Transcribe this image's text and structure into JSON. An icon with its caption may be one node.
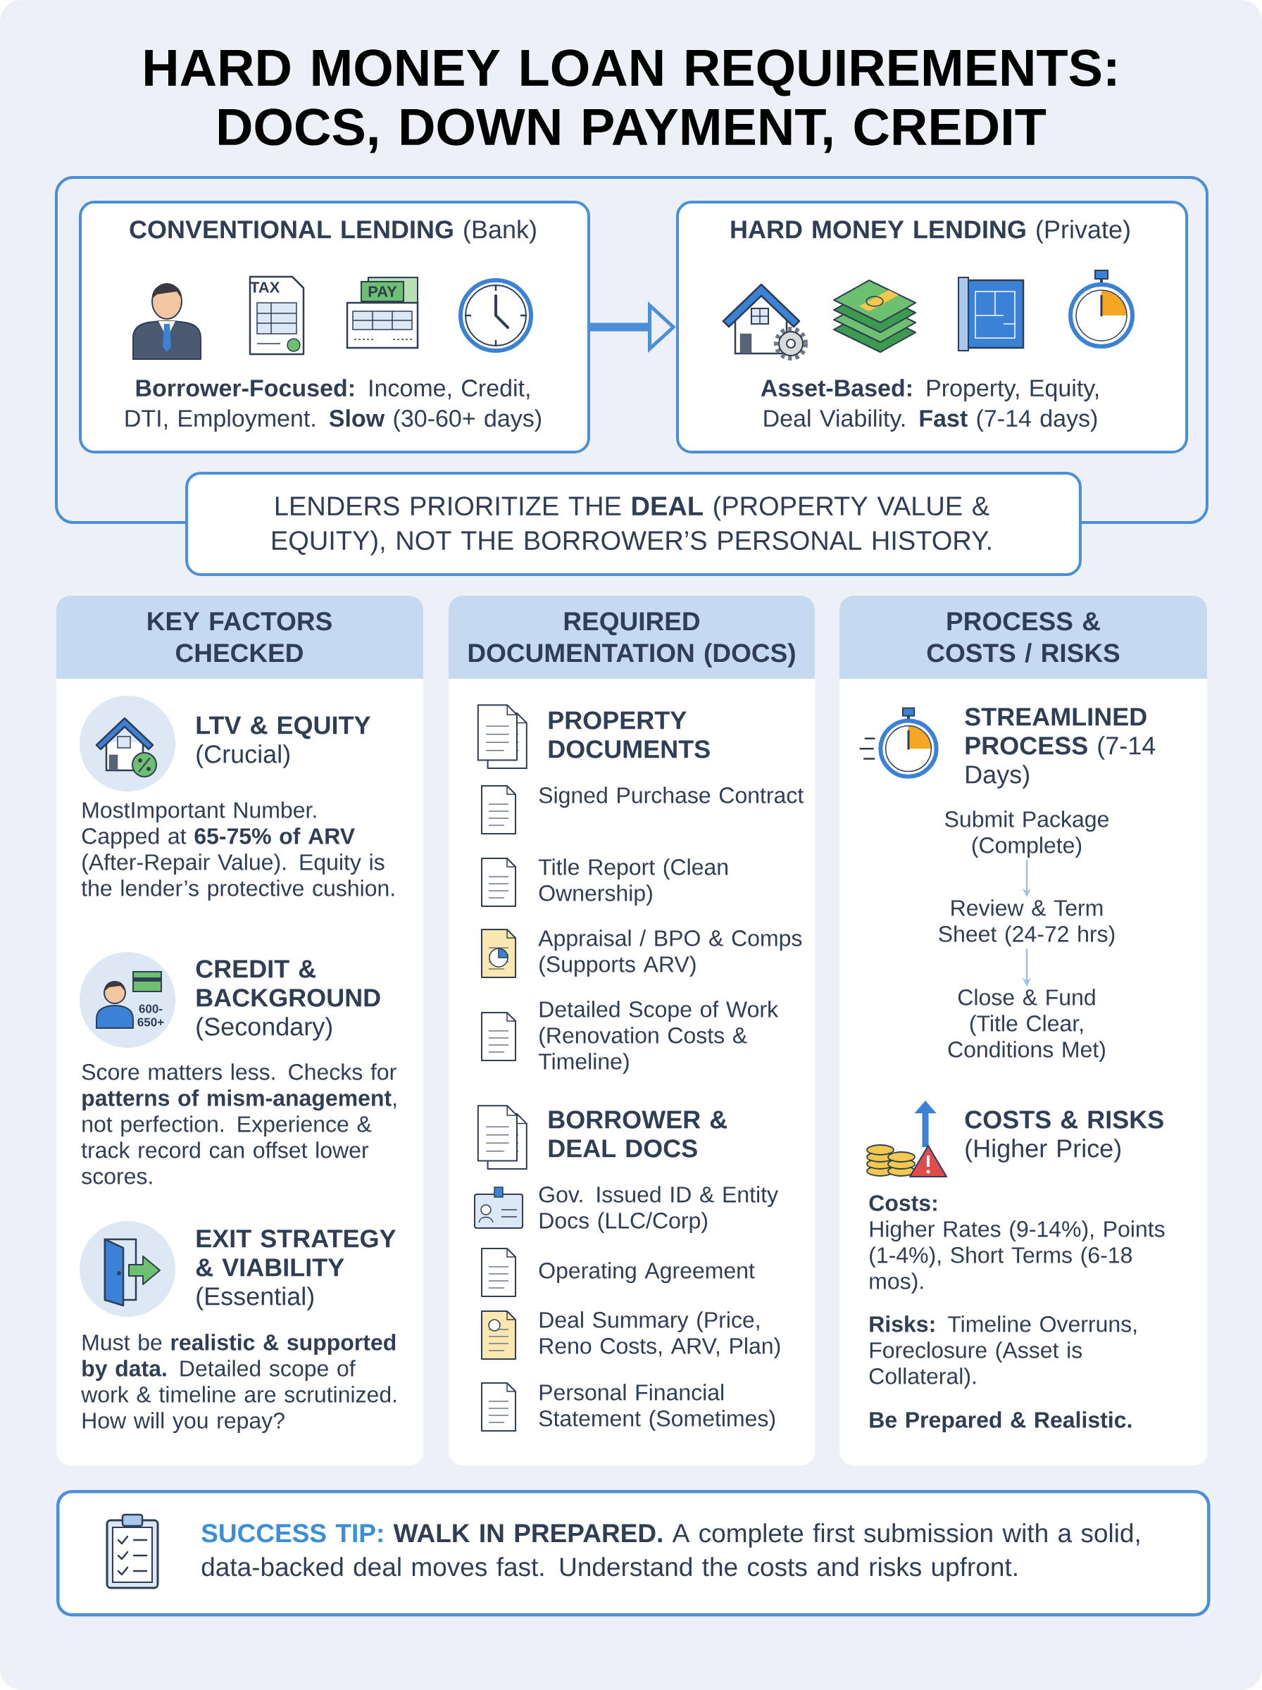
{
  "diagram": {
    "title": "HARD MONEY LOAN REQUIREMENTS: DOCS, DOWN PAYMENT, CREDIT",
    "nodes": [
      {
        "text": [
          "**CONVENTIONAL LENDING** (Bank)",
          "**Borrower-Focused:** Income, Credit, DTI, Employment. **Slow** (30-60+ days)"
        ]
      },
      {
        "text": [
          "**HARD MONEY LENDING** (Private)",
          "**Asset-Based:** Property, Equity, Deal Viability. **Fast** (7-14 days)"
        ]
      },
      {
        "text": [
          "LENDERS PRIORITIZE THE **DEAL** (PROPERTY VALUE & EQUITY), NOT THE BORROWER’S PERSONAL HISTORY."
        ]
      },
      {
        "text": [
          "KEY FACTORS CHECKED",
          "**LTV & EQUITY** (Crucial)",
          "MostImportant Number. Capped at **65-75% of ARV** (After-Repair Value). Equity is the lender’s protective cushion.",
          "**CREDIT & BACKGROUND** (Secondary)",
          "Score matters less. Checks for **patterns of mism-anagement**, not perfection. Experience & track record can offset lower scores.",
          "**EXIT STRATEGY & VIABILITY** (Essential)",
          "Must be **realistic & supported by data.** Detailed scope of work & timeline are scrutinized. How will you repay?"
        ]
      },
      {
        "text": [
          "REQUIRED DOCUMENTATION (DOCS)",
          "PROPERTY DOCUMENTS",
          "Signed Purchase Contract",
          "Title Report (Clean Ownership)",
          "Appraisal / BPO & Comps (Supports ARV)",
          "Detailed Scope of Work (Renovation Costs & Timeline)",
          "BORROWER & DEAL DOCS",
          "Gov. Issued ID & Entity Docs (LLC/Corp)",
          "Operating Agreement",
          "Deal Summary (Price, Reno Costs, ARV, Plan)",
          "Personal Financial Statement (Sometimes)"
        ]
      },
      {
        "text": [
          "PROCESS & COSTS / RISKS",
          "**STREAMLINED PROCESS** (7-14 Days)",
          "**COSTS & RISKS** (Higher Price)",
          "Costs:",
          "Higher Rates (9-14%), Points (1-4%), Short Terms (6-18 mos).",
          "**Risks:** Timeline Overruns, Foreclosure (Asset is Collateral).",
          "Be Prepared & Realistic."
        ]
      },
      {
        "text": [
          "Submit Package (Complete)"
        ],
        "in": 5
      },
      {
        "text": [
          "Review & Term Sheet (24-72 hrs)"
        ],
        "in": 5
      },
      {
        "text": [
          "Close & Fund (Title Clear, Conditions Met)"
        ],
        "in": 5
      },
      {
        "text": [
          "SUCCESS TIP:",
          "**WALK IN PREPARED.** A complete first submission with a solid, data-backed deal moves fast. Understand the costs and risks upfront."
        ]
      }
    ],
    "edges": [
      {
        "from": 0,
        "to": 1,
        "arrow": "to",
        "style": "thick",
        "color": "#4a8fd8"
      },
      {
        "from": 6,
        "to": 7,
        "arrow": "to"
      },
      {
        "from": 7,
        "to": 8,
        "arrow": "to"
      }
    ],
    "labels": [
      "TAX",
      "PAY",
      "600-650+"
    ]
  }
}
